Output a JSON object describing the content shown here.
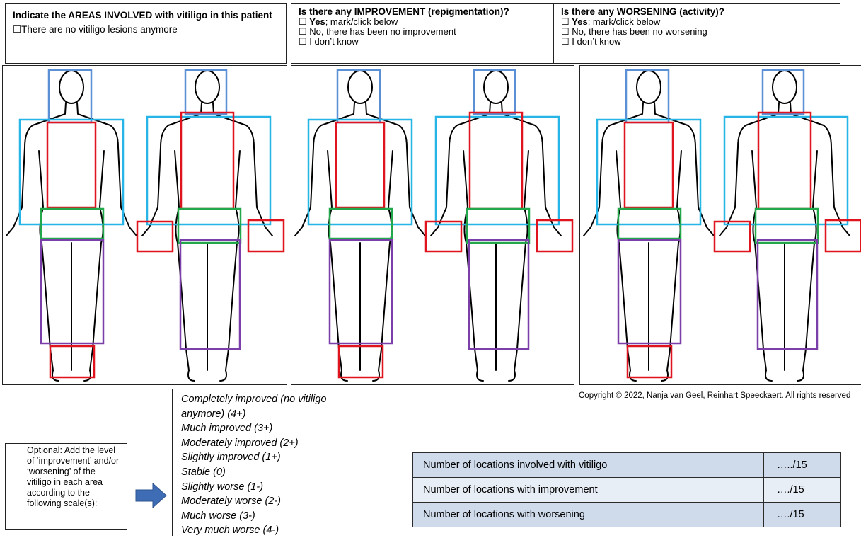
{
  "areas_box": {
    "title": "Indicate the AREAS INVOLVED with vitiligo in this patient",
    "option": "There are no vitiligo lesions anymore"
  },
  "improvement_box": {
    "title": "Is there any IMPROVEMENT (repigmentation)?",
    "yes_bold": "Yes",
    "yes_rest": "; mark/click below",
    "no": "No, there has been no improvement",
    "dont_know": "I don’t know"
  },
  "worsening_box": {
    "title": "Is there any WORSENING (activity)?",
    "yes_bold": "Yes",
    "yes_rest": "; mark/click below",
    "no": " No, there has been no worsening",
    "dont_know": "I don’t know"
  },
  "checkbox_glyph": "☐",
  "copyright": "Copyright © 2022, Nanja van Geel, Reinhart Speeckaert. All rights reserved",
  "optional_note": "Optional: Add the level of ‘improvement’ and/or ‘worsening’ of the vitiligo in each area according to the following scale(s):",
  "scale": [
    "Completely improved (no vitiligo",
    "anymore) (4+)",
    "Much improved (3+)",
    "Moderately improved (2+)",
    "Slightly improved (1+)",
    "Stable (0)",
    "Slightly worse (1-)",
    "Moderately worse (2-)",
    "Much worse (3-)",
    "Very much worse (4-)"
  ],
  "summary": [
    {
      "label": "Number of locations involved with vitiligo",
      "value": "…../15"
    },
    {
      "label": "Number of locations with improvement",
      "value": "…./15"
    },
    {
      "label": "Number of locations with worsening",
      "value": "…./15"
    }
  ],
  "colors": {
    "head": "#5b8fd6",
    "arms": "#27b4e6",
    "trunk_hands_feet": "#e0141e",
    "pelvis": "#22a84a",
    "legs": "#7a3fa8",
    "arrow": "#3f6db5"
  },
  "icons": [
    "arrow-right-icon",
    "checkbox-icon"
  ]
}
